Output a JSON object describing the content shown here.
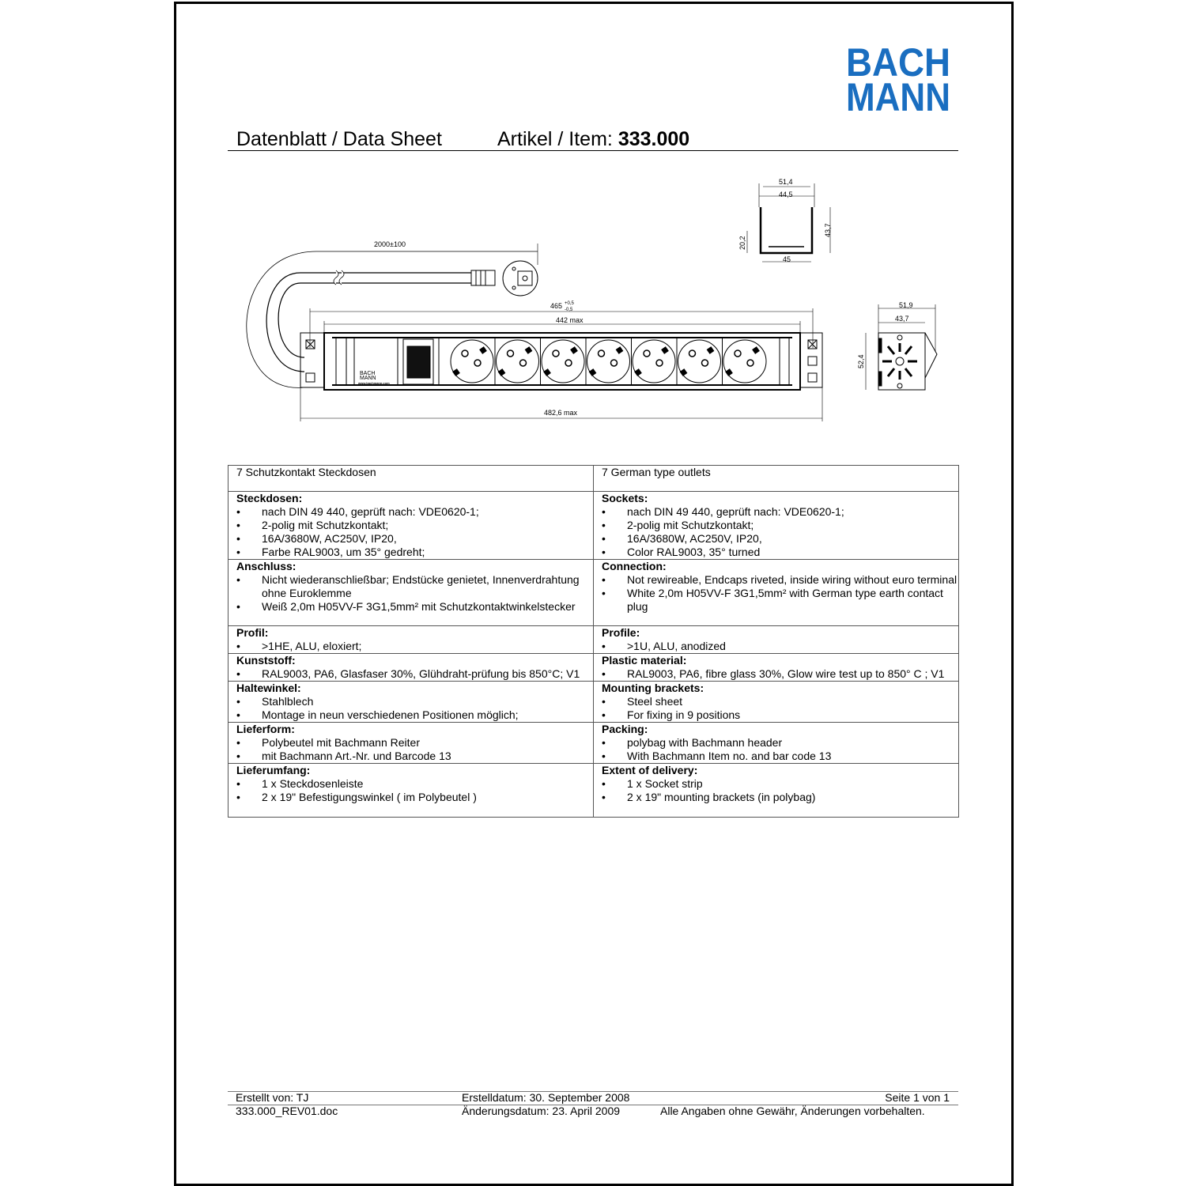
{
  "logo": {
    "line1": "BACH",
    "line2": "MANN",
    "color": "#1a6ec0"
  },
  "header": {
    "title": "Datenblatt / Data Sheet",
    "item_label": "Artikel / Item:",
    "item_number": "333.000"
  },
  "drawing": {
    "cable_length": "2000±100",
    "length_465": "465",
    "tolerance_upper": "+0,5",
    "tolerance_lower": "-0,5",
    "inner_width": "442 max",
    "total_width": "482,6 max",
    "brand_text_1": "BACH",
    "brand_text_2": "MANN",
    "brand_url": "www.bachmann.com",
    "profile_width_outer": "51,4",
    "profile_width_inner": "44,5",
    "profile_height": "43,7",
    "profile_side_height": "20,2",
    "profile_bottom": "45",
    "end_width_outer": "51,9",
    "end_width_inner": "43,7",
    "end_height": "52,4"
  },
  "table": {
    "intro": {
      "de": "7 Schutzkontakt Steckdosen",
      "en": "7 German type outlets"
    },
    "sections": [
      {
        "de_title": "Steckdosen:",
        "de_items": [
          "nach DIN 49 440, geprüft nach: VDE0620-1;",
          "2-polig mit Schutzkontakt;",
          "16A/3680W, AC250V, IP20,",
          "Farbe RAL9003, um 35° gedreht;"
        ],
        "en_title": "Sockets:",
        "en_items": [
          "nach DIN 49 440, geprüft nach: VDE0620-1;",
          "2-polig mit Schutzkontakt;",
          "16A/3680W, AC250V, IP20,",
          "Color RAL9003, 35° turned"
        ]
      },
      {
        "de_title": "Anschluss:",
        "de_items": [
          "Nicht wiederanschließbar; Endstücke genietet, Innenverdrahtung ohne Euroklemme",
          "Weiß 2,0m H05VV-F 3G1,5mm² mit Schutzkontaktwinkelstecker"
        ],
        "en_title": "Connection:",
        "en_items": [
          "Not rewireable, Endcaps riveted, inside wiring without euro terminal",
          "White 2,0m H05VV-F 3G1,5mm² with German type earth contact plug"
        ]
      },
      {
        "de_title": "Profil:",
        "de_items": [
          ">1HE, ALU, eloxiert;"
        ],
        "en_title": "Profile:",
        "en_items": [
          ">1U, ALU, anodized"
        ]
      },
      {
        "de_title": "Kunststoff:",
        "de_items": [
          "RAL9003, PA6, Glasfaser 30%,  Glühdraht-prüfung bis 850°C; V1"
        ],
        "en_title": "Plastic material:",
        "en_items": [
          "RAL9003, PA6, fibre glass 30%, Glow wire test up to 850° C ; V1"
        ]
      },
      {
        "de_title": "Haltewinkel:",
        "de_items": [
          "Stahlblech",
          "Montage in neun verschiedenen Positionen möglich;"
        ],
        "en_title": "Mounting brackets:",
        "en_items": [
          "Steel sheet",
          "For fixing in 9 positions"
        ]
      },
      {
        "de_title": "Lieferform:",
        "de_items": [
          "Polybeutel mit Bachmann Reiter",
          "mit Bachmann Art.-Nr. und Barcode 13"
        ],
        "en_title": "Packing:",
        "en_items": [
          "polybag with Bachmann header",
          "With Bachmann  Item no. and bar code 13"
        ]
      },
      {
        "de_title": "Lieferumfang:",
        "de_items": [
          "1 x Steckdosenleiste",
          "2 x 19\" Befestigungswinkel ( im Polybeutel )"
        ],
        "en_title": "Extent of delivery:",
        "en_items": [
          "1 x Socket strip",
          "2 x 19\" mounting brackets (in polybag)"
        ]
      }
    ]
  },
  "footer": {
    "created_by": "Erstellt von: TJ",
    "created_date": "Erstelldatum: 30. September 2008",
    "page": "Seite 1 von 1",
    "file": "333.000_REV01.doc",
    "changed_date": "Änderungsdatum: 23. April 2009",
    "disclaimer": "Alle Angaben ohne Gewähr, Änderungen vorbehalten."
  }
}
